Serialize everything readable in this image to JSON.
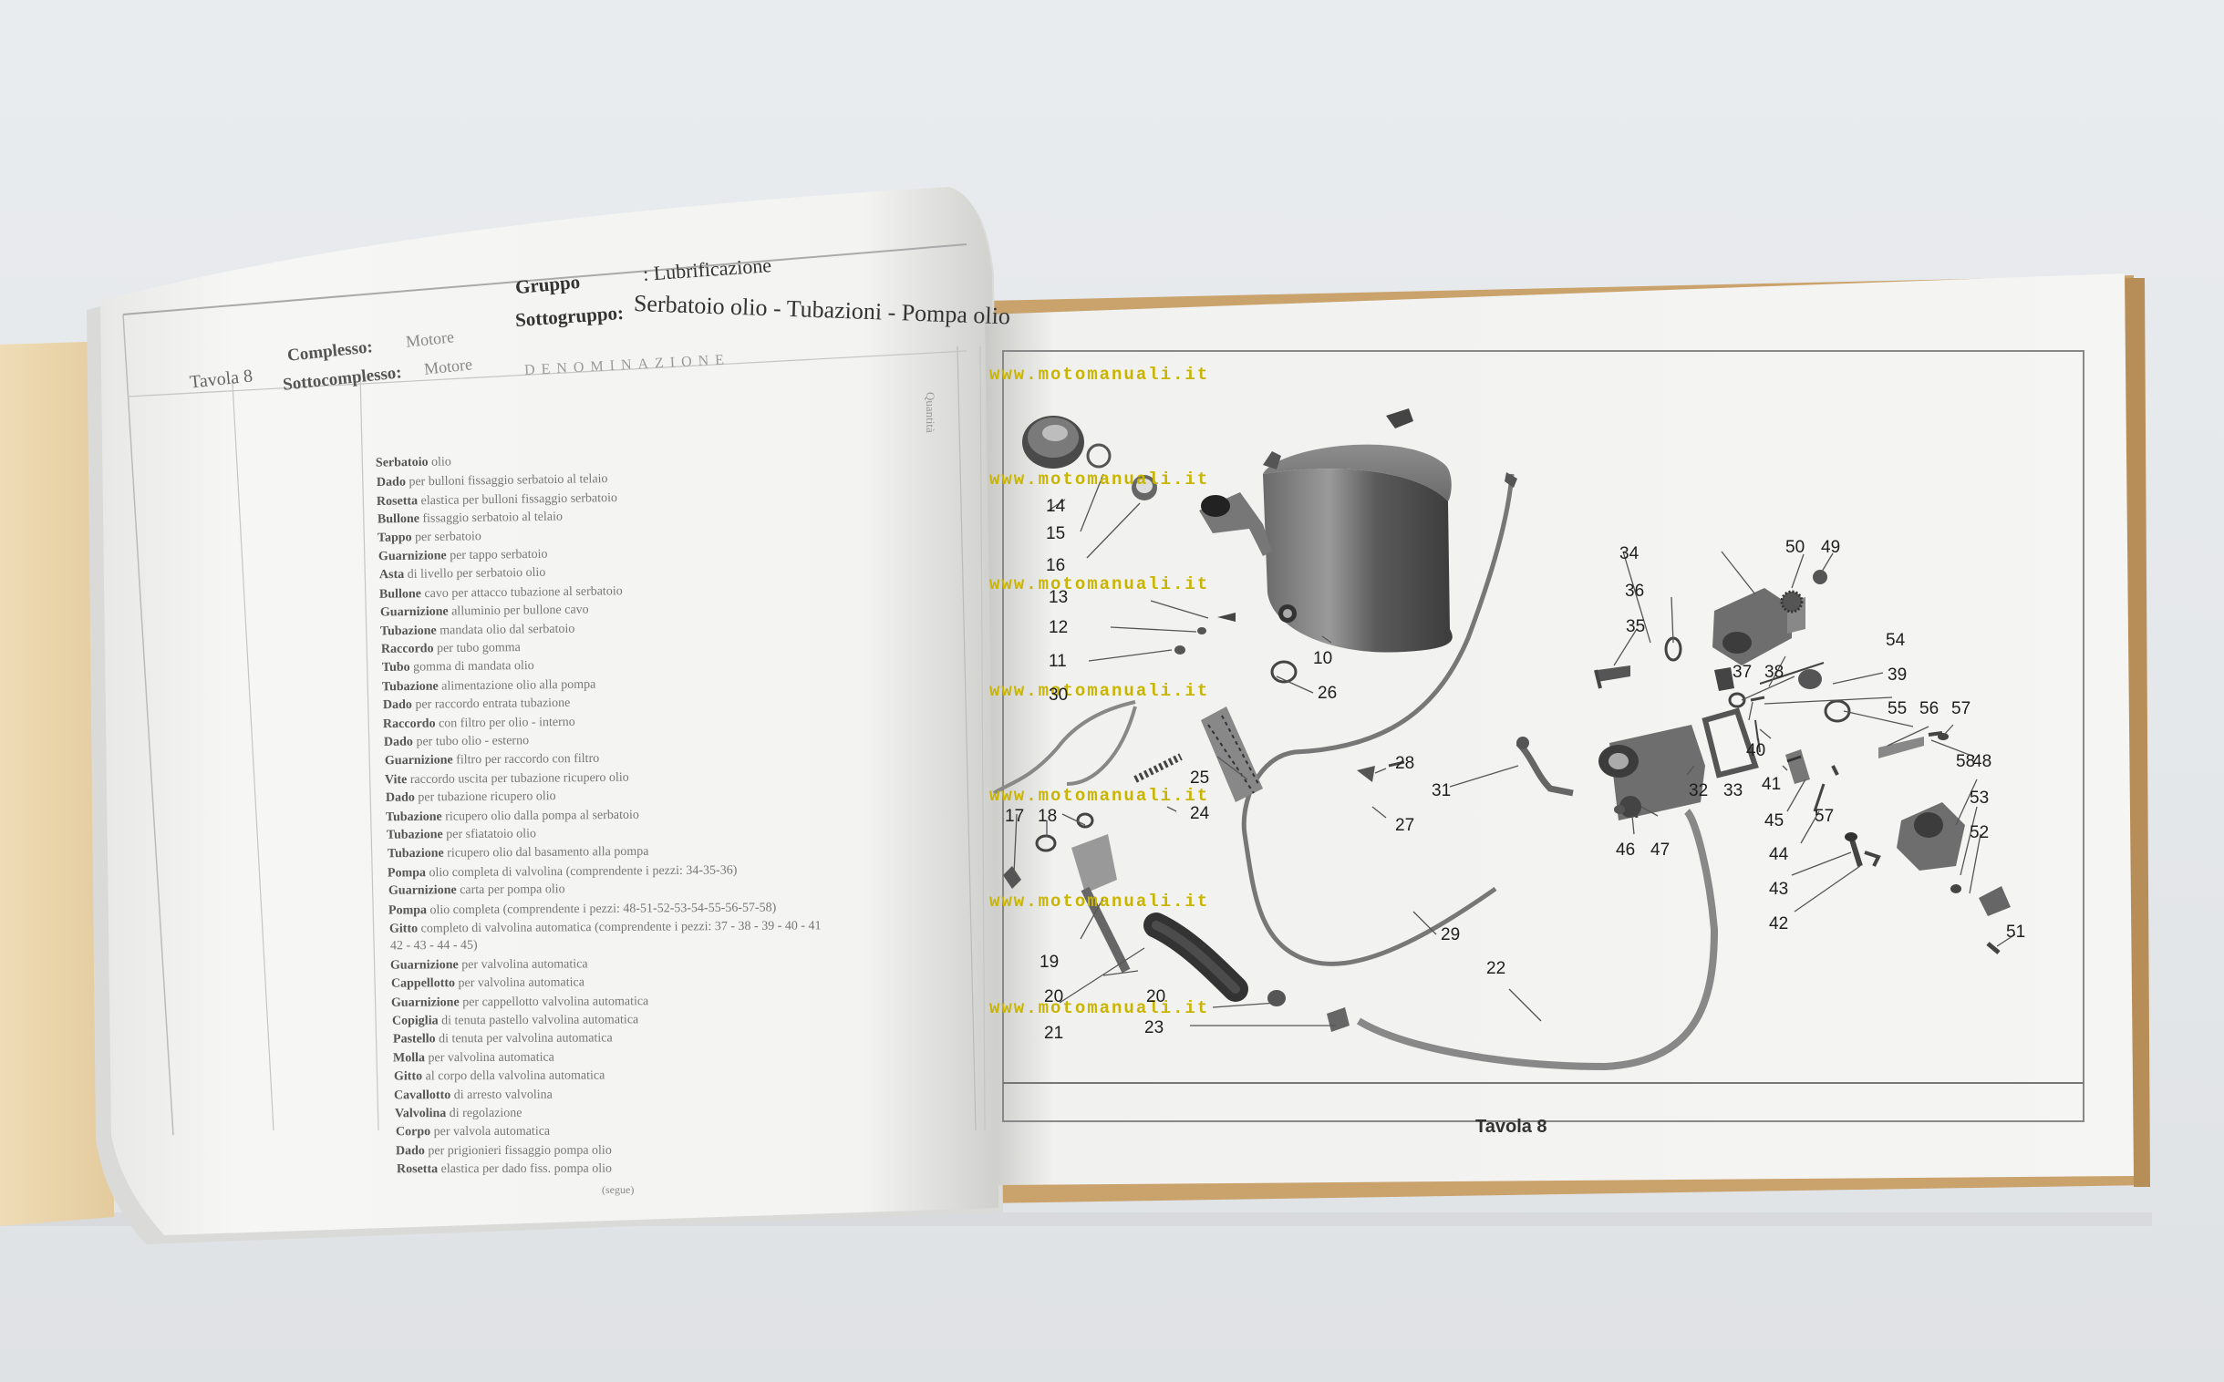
{
  "left_page": {
    "header": {
      "tavola_label": "Tavola 8",
      "complesso_label": "Complesso:",
      "complesso_value": "Motore",
      "sottocomplesso_label": "Sottocomplesso:",
      "sottocomplesso_value": "Motore",
      "gruppo_label": "Gruppo",
      "gruppo_value": ": Lubrificazione",
      "sottogruppo_label": "Sottogruppo:",
      "sottogruppo_value": "Serbatoio olio - Tubazioni - Pompa olio",
      "column_denominazione": "DENOMINAZIONE",
      "column_quantita": "Quantità"
    },
    "rows": [
      {
        "name": "Serbatoio",
        "desc": "olio"
      },
      {
        "name": "Dado",
        "desc": "per bulloni fissaggio serbatoio al telaio"
      },
      {
        "name": "Rosetta",
        "desc": "elastica per bulloni fissaggio serbatoio"
      },
      {
        "name": "Bullone",
        "desc": "fissaggio serbatoio al telaio"
      },
      {
        "name": "Tappo",
        "desc": "per serbatoio"
      },
      {
        "name": "Guarnizione",
        "desc": "per tappo serbatoio"
      },
      {
        "name": "Asta",
        "desc": "di livello per serbatoio olio"
      },
      {
        "name": "Bullone",
        "desc": "cavo per attacco tubazione al serbatoio"
      },
      {
        "name": "Guarnizione",
        "desc": "alluminio per bullone cavo"
      },
      {
        "name": "Tubazione",
        "desc": "mandata olio dal serbatoio"
      },
      {
        "name": "Raccordo",
        "desc": "per tubo gomma"
      },
      {
        "name": "Tubo",
        "desc": "gomma di mandata olio"
      },
      {
        "name": "Tubazione",
        "desc": "alimentazione olio alla pompa"
      },
      {
        "name": "Dado",
        "desc": "per raccordo entrata tubazione"
      },
      {
        "name": "Raccordo",
        "desc": "con filtro per olio - interno"
      },
      {
        "name": "Dado",
        "desc": "per tubo olio - esterno"
      },
      {
        "name": "Guarnizione",
        "desc": "filtro per raccordo con filtro"
      },
      {
        "name": "Vite",
        "desc": "raccordo uscita per tubazione ricupero olio"
      },
      {
        "name": "Dado",
        "desc": "per tubazione ricupero olio"
      },
      {
        "name": "Tubazione",
        "desc": "ricupero olio dalla pompa al serbatoio"
      },
      {
        "name": "Tubazione",
        "desc": "per sfiatatoio olio"
      },
      {
        "name": "Tubazione",
        "desc": "ricupero olio dal basamento alla pompa"
      },
      {
        "name": "Pompa",
        "desc": "olio completa di valvolina (comprendente i pezzi: 34-35-36)"
      },
      {
        "name": "Guarnizione",
        "desc": "carta per pompa olio"
      },
      {
        "name": "Pompa",
        "desc": "olio completa (comprendente i pezzi: 48-51-52-53-54-55-56-57-58)"
      },
      {
        "name": "Gitto",
        "desc": "completo di valvolina automatica (comprendente i pezzi: 37 - 38 - 39 - 40 - 41"
      },
      {
        "name": "",
        "desc": "42 - 43 - 44 - 45)"
      },
      {
        "name": "Guarnizione",
        "desc": "per valvolina automatica"
      },
      {
        "name": "Cappellotto",
        "desc": "per valvolina automatica"
      },
      {
        "name": "Guarnizione",
        "desc": "per cappellotto valvolina automatica"
      },
      {
        "name": "Copiglia",
        "desc": "di tenuta pastello valvolina automatica"
      },
      {
        "name": "Pastello",
        "desc": "di tenuta per valvolina automatica"
      },
      {
        "name": "Molla",
        "desc": "per valvolina automatica"
      },
      {
        "name": "Gitto",
        "desc": "al corpo della valvolina automatica"
      },
      {
        "name": "Cavallotto",
        "desc": "di arresto valvolina"
      },
      {
        "name": "Valvolina",
        "desc": "di regolazione"
      },
      {
        "name": "Corpo",
        "desc": "per valvola automatica"
      },
      {
        "name": "Dado",
        "desc": "per prigionieri fissaggio pompa olio"
      },
      {
        "name": "Rosetta",
        "desc": "elastica per dado fiss. pompa olio"
      }
    ],
    "footer": "(segue)"
  },
  "right_page": {
    "plate_title": "Tavola  8",
    "watermarks": [
      "www.motomanuali.it",
      "www.motomanuali.it",
      "www.motomanuali.it",
      "www.motomanuali.it",
      "www.motomanuali.it",
      "www.motomanuali.it",
      "www.motomanuali.it"
    ],
    "part_numbers": [
      "10",
      "11",
      "12",
      "13",
      "14",
      "15",
      "16",
      "20",
      "21",
      "22",
      "23",
      "24",
      "25",
      "26",
      "27",
      "28",
      "29",
      "30",
      "31",
      "32",
      "33",
      "34",
      "35",
      "36",
      "37",
      "38",
      "39",
      "40",
      "41",
      "42",
      "43",
      "44",
      "45",
      "46",
      "47",
      "48",
      "49",
      "50",
      "51",
      "52",
      "53",
      "54",
      "55",
      "56",
      "57",
      "57",
      "58",
      "17",
      "18",
      "19",
      "20"
    ]
  },
  "colors": {
    "paper": "#f4f4f2",
    "watermark": "#c9b400",
    "backdrop": "#e6e9ec",
    "cover": "#e8d2a8"
  }
}
